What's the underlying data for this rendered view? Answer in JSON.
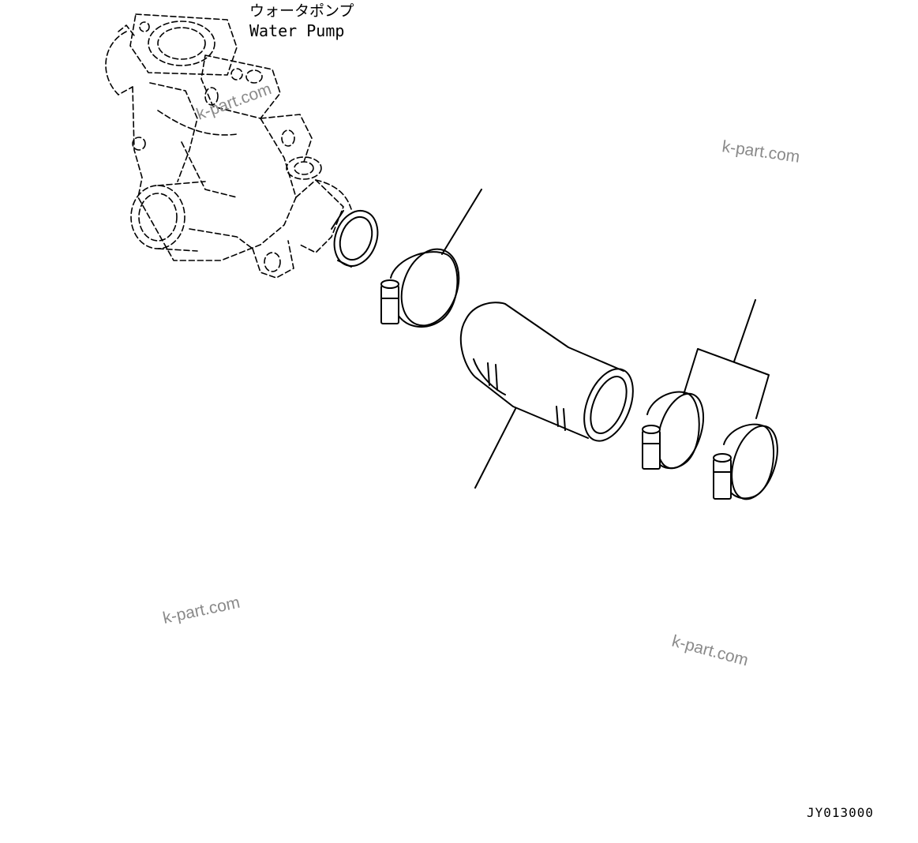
{
  "labels": {
    "pump_jp": "ウォータポンプ",
    "pump_en": "Water Pump"
  },
  "watermarks": [
    "k-part.com",
    "k-part.com",
    "k-part.com",
    "k-part.com"
  ],
  "drawing_code": "JY013000"
}
